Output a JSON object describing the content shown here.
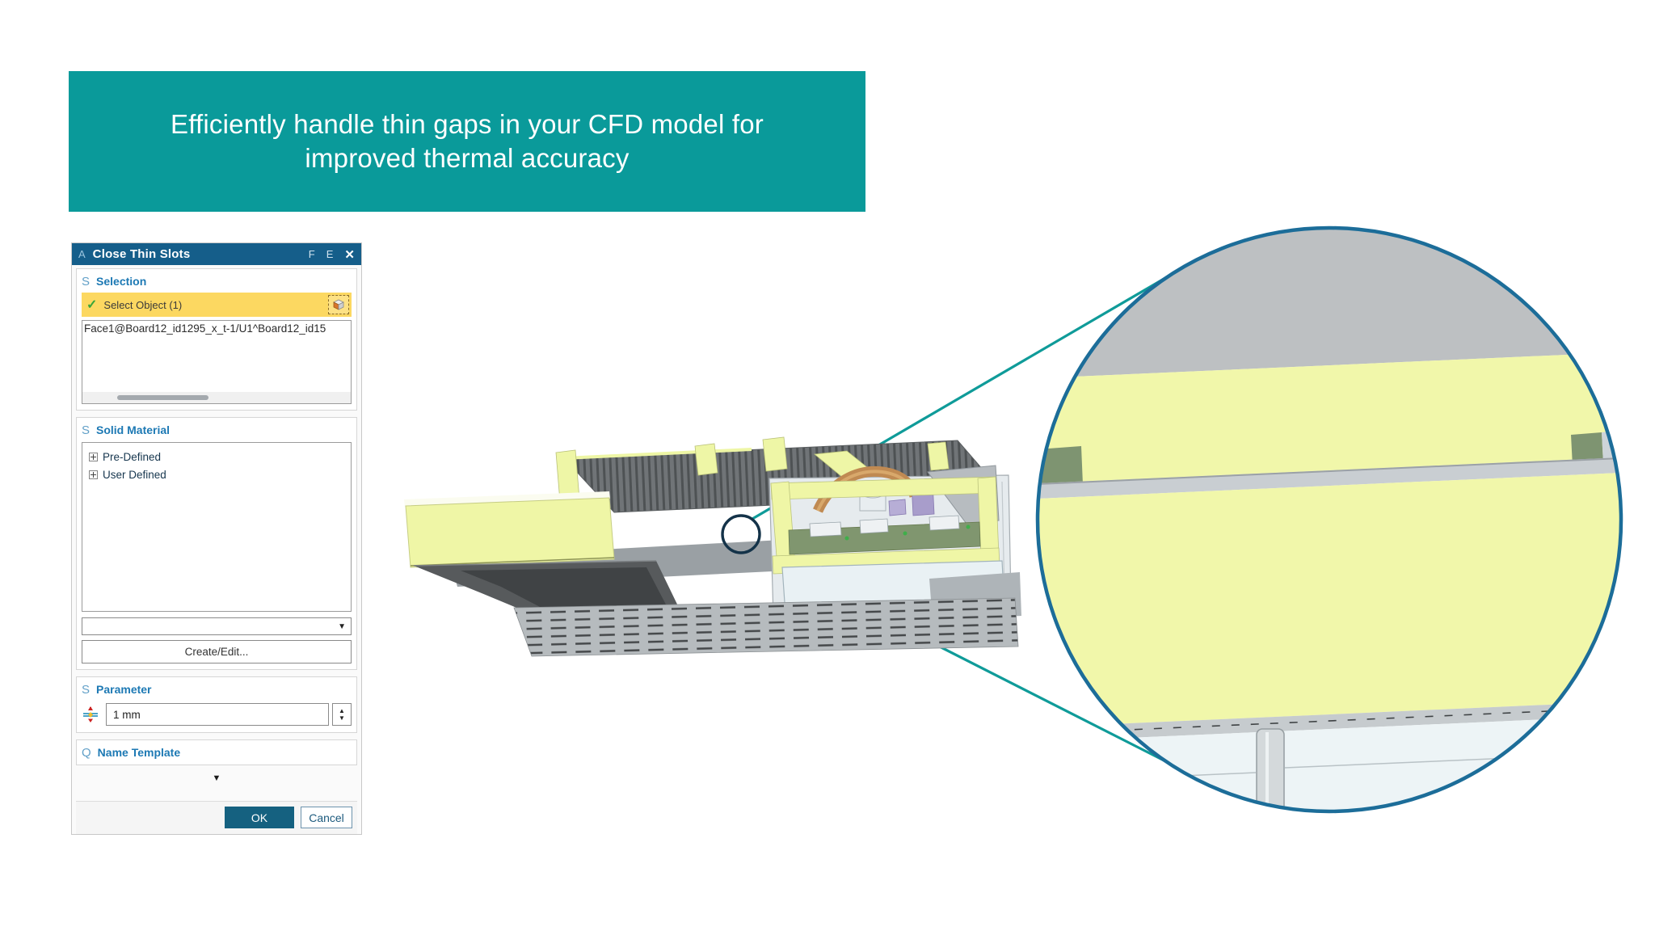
{
  "banner": {
    "line1": "Efficiently handle thin gaps in your CFD model for",
    "line2": "improved thermal accuracy"
  },
  "dialog": {
    "titlebar": {
      "prefix": "A",
      "title": "Close Thin Slots",
      "buttons": [
        "F",
        "E",
        "✕"
      ]
    },
    "selection": {
      "glyph": "S",
      "label": "Selection",
      "check": "✓",
      "select_object": "Select Object (1)",
      "list_item": "Face1@Board12_id1295_x_t-1/U1^Board12_id15"
    },
    "solid_material": {
      "glyph": "S",
      "label": "Solid Material",
      "tree": [
        {
          "label": "Pre-Defined"
        },
        {
          "label": "User Defined"
        }
      ],
      "dropdown_arrow": "▼",
      "create_edit": "Create/Edit..."
    },
    "parameter": {
      "glyph": "S",
      "label": "Parameter",
      "value": "1 mm",
      "spin_up": "▲",
      "spin_down": "▼"
    },
    "name_template": {
      "glyph": "Q",
      "label": "Name Template"
    },
    "expander_arrow": "▼",
    "buttons": {
      "ok": "OK",
      "cancel": "Cancel"
    }
  },
  "colors": {
    "banner_teal": "#0a9a9a",
    "titlebar_blue": "#155e8a",
    "section_blue": "#1d79b4",
    "highlight_yellow": "#fcd861",
    "ok_blue": "#156180",
    "annotation_teal": "#0f9b99",
    "lens_border_blue": "#1c6d99",
    "model_yellow": "#eff6a6",
    "pcb_olive": "#80966f"
  }
}
